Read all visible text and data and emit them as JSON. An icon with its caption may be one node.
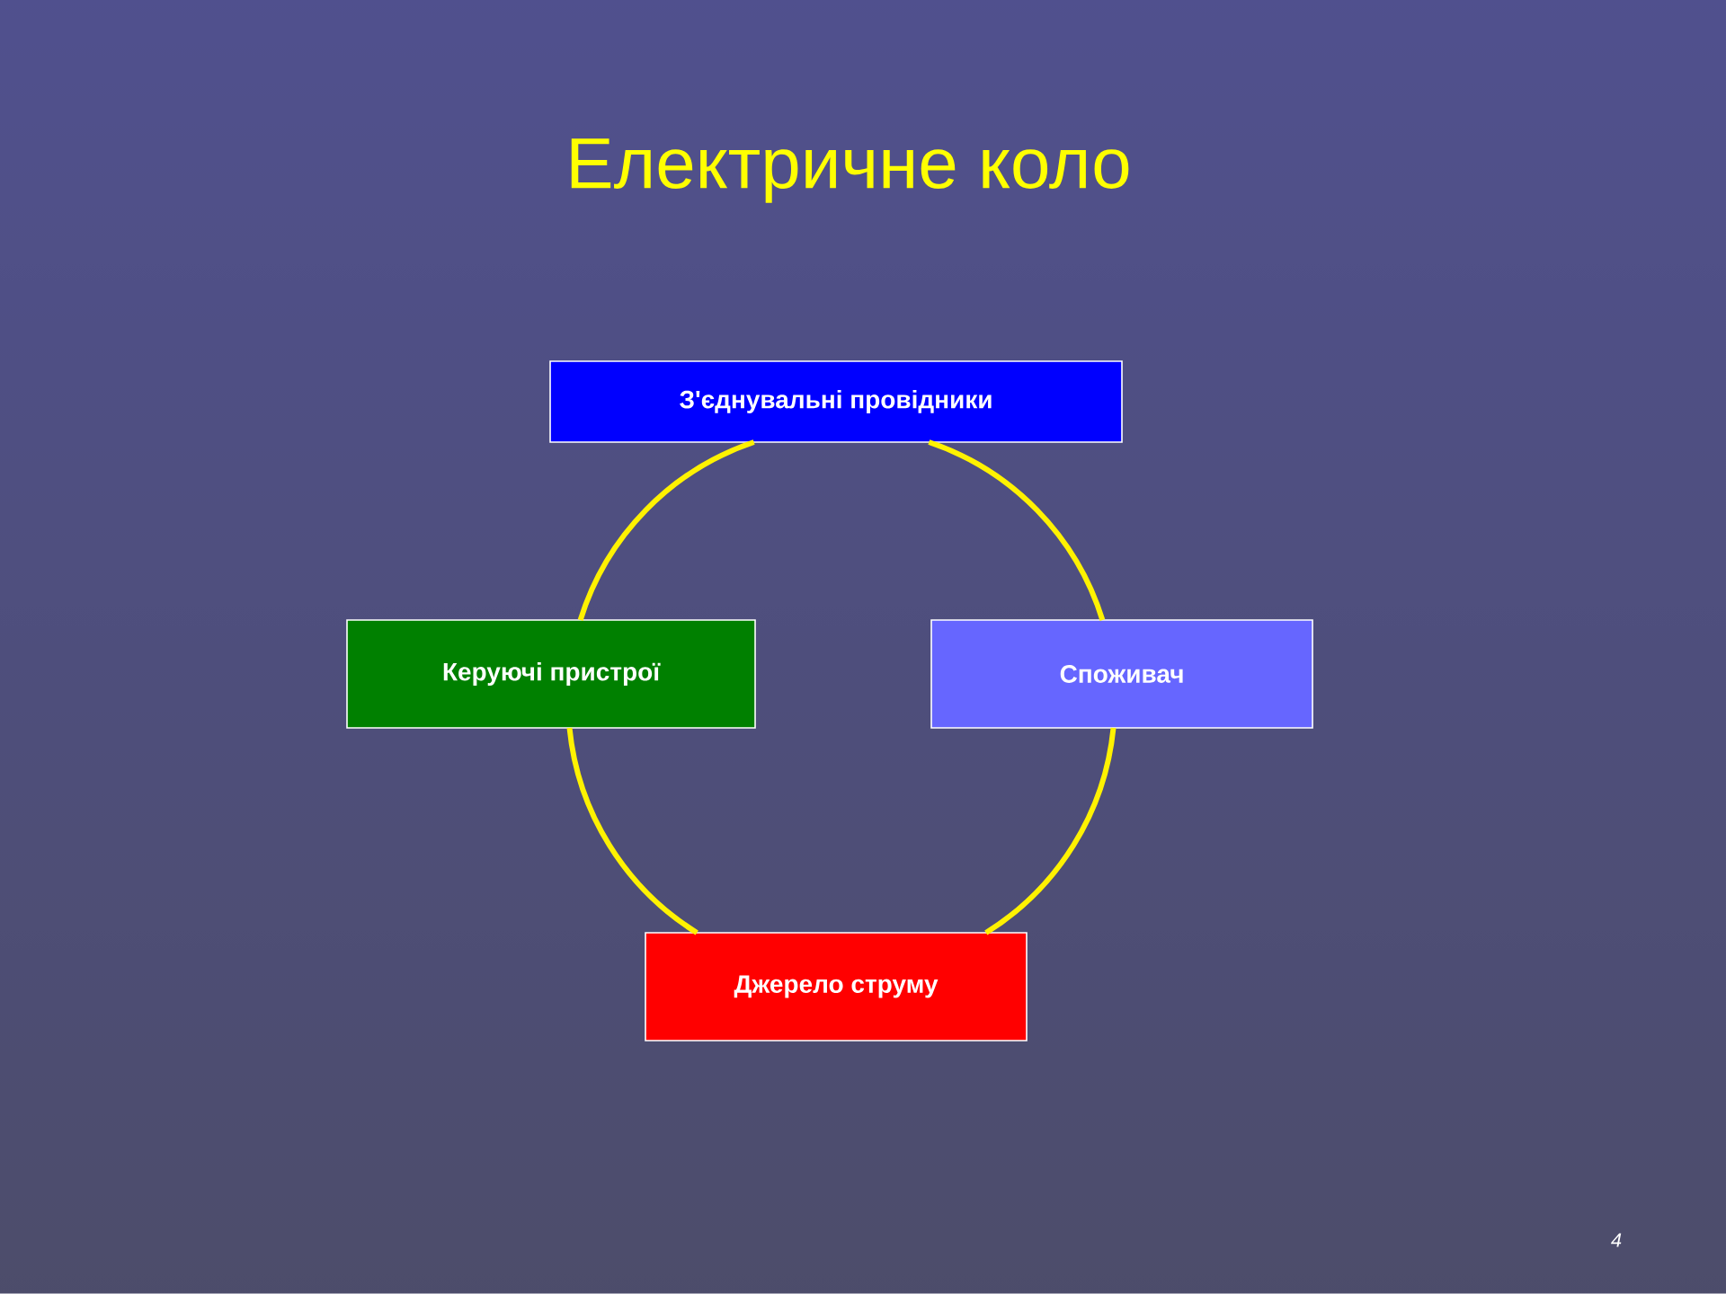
{
  "diagram": {
    "title": "Електричне коло",
    "nodes": [
      {
        "text": [
          "З'єднувальні провідники"
        ]
      },
      {
        "text": [
          "Керуючі пристрої"
        ]
      },
      {
        "text": [
          "Споживач"
        ]
      },
      {
        "text": [
          "Джерело струму"
        ]
      }
    ],
    "edges": [
      {
        "from": 0,
        "to": 2,
        "arrow": "none"
      },
      {
        "from": 2,
        "to": 3,
        "arrow": "none"
      },
      {
        "from": 3,
        "to": 1,
        "arrow": "none"
      },
      {
        "from": 1,
        "to": 0,
        "arrow": "none"
      }
    ],
    "labels": [
      "4"
    ]
  }
}
